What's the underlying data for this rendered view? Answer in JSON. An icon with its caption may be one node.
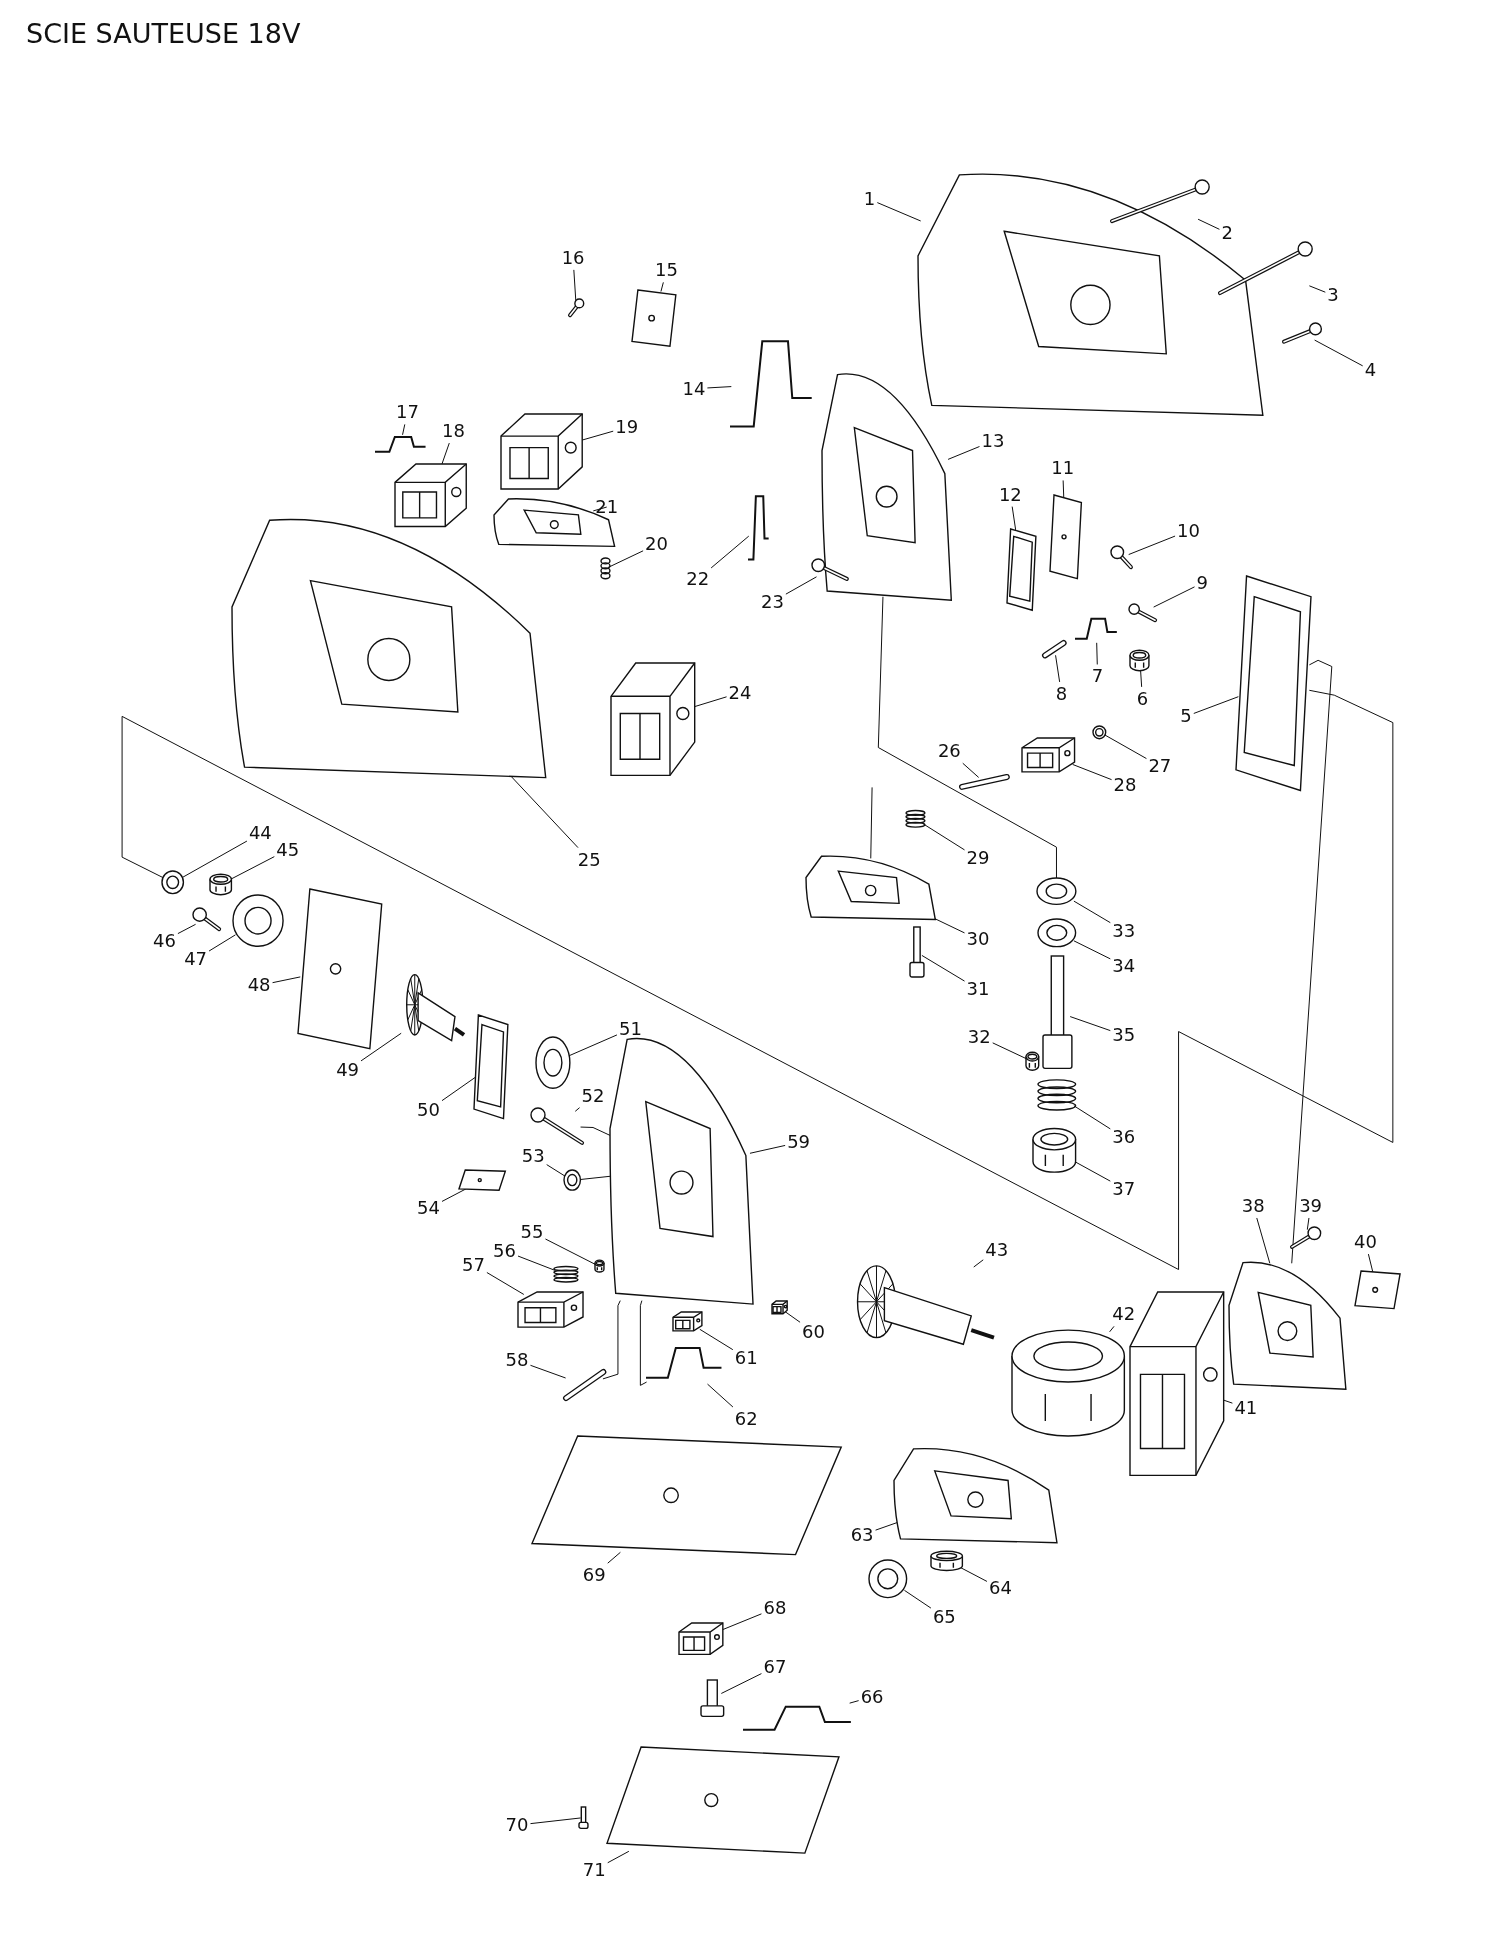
{
  "diagram": {
    "title": "SCIE SAUTEUSE 18V",
    "nodes": [
      {
        "text": [
          "1"
        ]
      },
      {
        "text": [
          "2"
        ]
      },
      {
        "text": [
          "3"
        ]
      },
      {
        "text": [
          "4"
        ]
      },
      {
        "text": [
          "5"
        ]
      },
      {
        "text": [
          "6"
        ]
      },
      {
        "text": [
          "7"
        ]
      },
      {
        "text": [
          "8"
        ]
      },
      {
        "text": [
          "9"
        ]
      },
      {
        "text": [
          "10"
        ]
      },
      {
        "text": [
          "11"
        ]
      },
      {
        "text": [
          "12"
        ]
      },
      {
        "text": [
          "13"
        ]
      },
      {
        "text": [
          "14"
        ]
      },
      {
        "text": [
          "15"
        ]
      },
      {
        "text": [
          "16"
        ]
      },
      {
        "text": [
          "17"
        ]
      },
      {
        "text": [
          "18"
        ]
      },
      {
        "text": [
          "19"
        ]
      },
      {
        "text": [
          "20"
        ]
      },
      {
        "text": [
          "21"
        ]
      },
      {
        "text": [
          "22"
        ]
      },
      {
        "text": [
          "23"
        ]
      },
      {
        "text": [
          "24"
        ]
      },
      {
        "text": [
          "25"
        ]
      },
      {
        "text": [
          "26"
        ]
      },
      {
        "text": [
          "27"
        ]
      },
      {
        "text": [
          "28"
        ]
      },
      {
        "text": [
          "29"
        ]
      },
      {
        "text": [
          "30"
        ]
      },
      {
        "text": [
          "31"
        ]
      },
      {
        "text": [
          "32"
        ]
      },
      {
        "text": [
          "33"
        ]
      },
      {
        "text": [
          "34"
        ]
      },
      {
        "text": [
          "35"
        ]
      },
      {
        "text": [
          "36"
        ]
      },
      {
        "text": [
          "37"
        ]
      },
      {
        "text": [
          "38"
        ]
      },
      {
        "text": [
          "39"
        ]
      },
      {
        "text": [
          "40"
        ]
      },
      {
        "text": [
          "41"
        ]
      },
      {
        "text": [
          "42"
        ]
      },
      {
        "text": [
          "43"
        ]
      },
      {
        "text": [
          "44"
        ]
      },
      {
        "text": [
          "45"
        ]
      },
      {
        "text": [
          "46"
        ]
      },
      {
        "text": [
          "47"
        ]
      },
      {
        "text": [
          "48"
        ]
      },
      {
        "text": [
          "49"
        ]
      },
      {
        "text": [
          "50"
        ]
      },
      {
        "text": [
          "51"
        ]
      },
      {
        "text": [
          "52"
        ]
      },
      {
        "text": [
          "53"
        ]
      },
      {
        "text": [
          "54"
        ]
      },
      {
        "text": [
          "55"
        ]
      },
      {
        "text": [
          "56"
        ]
      },
      {
        "text": [
          "57"
        ]
      },
      {
        "text": [
          "58"
        ]
      },
      {
        "text": [
          "59"
        ]
      },
      {
        "text": [
          "60"
        ]
      },
      {
        "text": [
          "61"
        ]
      },
      {
        "text": [
          "62"
        ]
      },
      {
        "text": [
          "63"
        ]
      },
      {
        "text": [
          "64"
        ]
      },
      {
        "text": [
          "65"
        ]
      },
      {
        "text": [
          "66"
        ]
      },
      {
        "text": [
          "67"
        ]
      },
      {
        "text": [
          "68"
        ]
      },
      {
        "text": [
          "69"
        ]
      },
      {
        "text": [
          "70"
        ]
      },
      {
        "text": [
          "71"
        ]
      },
      {
        "text": [],
        "shape": "picture"
      },
      {
        "text": [],
        "shape": "picture"
      },
      {
        "text": [],
        "shape": "picture"
      },
      {
        "text": [],
        "shape": "picture"
      },
      {
        "text": [],
        "shape": "picture"
      },
      {
        "text": [],
        "shape": "picture"
      },
      {
        "text": [],
        "shape": "picture"
      },
      {
        "text": [],
        "shape": "picture"
      },
      {
        "text": [],
        "shape": "picture"
      },
      {
        "text": [],
        "shape": "picture"
      },
      {
        "text": [],
        "shape": "picture"
      },
      {
        "text": [],
        "shape": "picture"
      },
      {
        "text": [],
        "shape": "picture"
      },
      {
        "text": [],
        "shape": "picture"
      },
      {
        "text": [],
        "shape": "picture"
      },
      {
        "text": [],
        "shape": "picture"
      },
      {
        "text": [],
        "shape": "picture"
      },
      {
        "text": [],
        "shape": "picture"
      },
      {
        "text": [],
        "shape": "picture"
      },
      {
        "text": [],
        "shape": "picture"
      },
      {
        "text": [],
        "shape": "picture"
      },
      {
        "text": [],
        "shape": "picture"
      },
      {
        "text": [],
        "shape": "picture"
      },
      {
        "text": [],
        "shape": "picture"
      },
      {
        "text": [],
        "shape": "picture"
      },
      {
        "text": [],
        "shape": "picture"
      },
      {
        "text": [],
        "shape": "picture"
      },
      {
        "text": [],
        "shape": "picture"
      },
      {
        "text": [],
        "shape": "picture"
      },
      {
        "text": [],
        "shape": "picture"
      },
      {
        "text": [],
        "shape": "picture"
      },
      {
        "text": [],
        "shape": "picture"
      },
      {
        "text": [],
        "shape": "picture"
      },
      {
        "text": [],
        "shape": "picture"
      },
      {
        "text": [],
        "shape": "picture"
      },
      {
        "text": [],
        "shape": "picture"
      },
      {
        "text": [],
        "shape": "picture"
      },
      {
        "text": [],
        "shape": "picture"
      },
      {
        "text": [],
        "shape": "picture"
      },
      {
        "text": [],
        "shape": "picture"
      },
      {
        "text": [],
        "shape": "picture"
      },
      {
        "text": [],
        "shape": "picture"
      },
      {
        "text": [],
        "shape": "picture"
      },
      {
        "text": [],
        "shape": "picture"
      },
      {
        "text": [],
        "shape": "picture"
      },
      {
        "text": [],
        "shape": "picture"
      },
      {
        "text": [],
        "shape": "picture"
      },
      {
        "text": [],
        "shape": "picture"
      },
      {
        "text": [],
        "shape": "picture"
      },
      {
        "text": [],
        "shape": "picture"
      },
      {
        "text": [],
        "shape": "picture"
      },
      {
        "text": [],
        "shape": "picture"
      },
      {
        "text": [],
        "shape": "picture"
      },
      {
        "text": [],
        "shape": "picture"
      },
      {
        "text": [],
        "shape": "picture"
      },
      {
        "text": [],
        "shape": "picture"
      },
      {
        "text": [],
        "shape": "picture"
      },
      {
        "text": [],
        "shape": "picture"
      },
      {
        "text": [],
        "shape": "picture"
      },
      {
        "text": [],
        "shape": "picture"
      },
      {
        "text": [],
        "shape": "picture"
      },
      {
        "text": [],
        "shape": "picture"
      },
      {
        "text": [],
        "shape": "picture"
      },
      {
        "text": [],
        "shape": "picture"
      },
      {
        "text": [],
        "shape": "picture"
      },
      {
        "text": [],
        "shape": "picture"
      },
      {
        "text": [],
        "shape": "picture"
      },
      {
        "text": [],
        "shape": "picture"
      },
      {
        "text": [],
        "shape": "picture"
      },
      {
        "text": [],
        "shape": "picture"
      },
      {
        "text": [],
        "shape": "picture"
      }
    ],
    "edges": [
      {
        "from": 0,
        "to": 71,
        "arrow": "none"
      },
      {
        "from": 1,
        "to": 72,
        "arrow": "none"
      },
      {
        "from": 2,
        "to": 73,
        "arrow": "none"
      },
      {
        "from": 3,
        "to": 74,
        "arrow": "none"
      },
      {
        "from": 4,
        "to": 75,
        "arrow": "none"
      },
      {
        "from": 5,
        "to": 76,
        "arrow": "none"
      },
      {
        "from": 6,
        "to": 77,
        "arrow": "none"
      },
      {
        "from": 7,
        "to": 78,
        "arrow": "none"
      },
      {
        "from": 8,
        "to": 79,
        "arrow": "none"
      },
      {
        "from": 9,
        "to": 80,
        "arrow": "none"
      },
      {
        "from": 10,
        "to": 81,
        "arrow": "none"
      },
      {
        "from": 11,
        "to": 82,
        "arrow": "none"
      },
      {
        "from": 12,
        "to": 83,
        "arrow": "none"
      },
      {
        "from": 13,
        "to": 84,
        "arrow": "none"
      },
      {
        "from": 14,
        "to": 85,
        "arrow": "none"
      },
      {
        "from": 15,
        "to": 86,
        "arrow": "none"
      },
      {
        "from": 16,
        "to": 87,
        "arrow": "none"
      },
      {
        "from": 17,
        "to": 88,
        "arrow": "none"
      },
      {
        "from": 18,
        "to": 89,
        "arrow": "none"
      },
      {
        "from": 19,
        "to": 90,
        "arrow": "none"
      },
      {
        "from": 20,
        "to": 91,
        "arrow": "none"
      },
      {
        "from": 21,
        "to": 92,
        "arrow": "none"
      },
      {
        "from": 22,
        "to": 93,
        "arrow": "none"
      },
      {
        "from": 23,
        "to": 94,
        "arrow": "none"
      },
      {
        "from": 24,
        "to": 95,
        "arrow": "none"
      },
      {
        "from": 25,
        "to": 96,
        "arrow": "none"
      },
      {
        "from": 26,
        "to": 97,
        "arrow": "none"
      },
      {
        "from": 27,
        "to": 98,
        "arrow": "none"
      },
      {
        "from": 28,
        "to": 99,
        "arrow": "none"
      },
      {
        "from": 29,
        "to": 100,
        "arrow": "none"
      },
      {
        "from": 30,
        "to": 101,
        "arrow": "none"
      },
      {
        "from": 31,
        "to": 102,
        "arrow": "none"
      },
      {
        "from": 32,
        "to": 103,
        "arrow": "none"
      },
      {
        "from": 33,
        "to": 104,
        "arrow": "none"
      },
      {
        "from": 34,
        "to": 105,
        "arrow": "none"
      },
      {
        "from": 35,
        "to": 106,
        "arrow": "none"
      },
      {
        "from": 36,
        "to": 107,
        "arrow": "none"
      },
      {
        "from": 37,
        "to": 108,
        "arrow": "none"
      },
      {
        "from": 38,
        "to": 109,
        "arrow": "none"
      },
      {
        "from": 39,
        "to": 110,
        "arrow": "none"
      },
      {
        "from": 40,
        "to": 111,
        "arrow": "none"
      },
      {
        "from": 41,
        "to": 112,
        "arrow": "none"
      },
      {
        "from": 42,
        "to": 113,
        "arrow": "none"
      },
      {
        "from": 43,
        "to": 114,
        "arrow": "none"
      },
      {
        "from": 44,
        "to": 115,
        "arrow": "none"
      },
      {
        "from": 45,
        "to": 116,
        "arrow": "none"
      },
      {
        "from": 46,
        "to": 117,
        "arrow": "none"
      },
      {
        "from": 47,
        "to": 118,
        "arrow": "none"
      },
      {
        "from": 48,
        "to": 119,
        "arrow": "none"
      },
      {
        "from": 49,
        "to": 120,
        "arrow": "none"
      },
      {
        "from": 50,
        "to": 121,
        "arrow": "none"
      },
      {
        "from": 51,
        "to": 122,
        "arrow": "none"
      },
      {
        "from": 52,
        "to": 123,
        "arrow": "none"
      },
      {
        "from": 53,
        "to": 124,
        "arrow": "none"
      },
      {
        "from": 54,
        "to": 125,
        "arrow": "none"
      },
      {
        "from": 55,
        "to": 126,
        "arrow": "none"
      },
      {
        "from": 56,
        "to": 127,
        "arrow": "none"
      },
      {
        "from": 57,
        "to": 128,
        "arrow": "none"
      },
      {
        "from": 58,
        "to": 129,
        "arrow": "none"
      },
      {
        "from": 59,
        "to": 130,
        "arrow": "none"
      },
      {
        "from": 60,
        "to": 131,
        "arrow": "none"
      },
      {
        "from": 61,
        "to": 132,
        "arrow": "none"
      },
      {
        "from": 62,
        "to": 133,
        "arrow": "none"
      },
      {
        "from": 63,
        "to": 134,
        "arrow": "none"
      },
      {
        "from": 64,
        "to": 135,
        "arrow": "none"
      },
      {
        "from": 65,
        "to": 136,
        "arrow": "none"
      },
      {
        "from": 66,
        "to": 137,
        "arrow": "none"
      },
      {
        "from": 67,
        "to": 138,
        "arrow": "none"
      },
      {
        "from": 68,
        "to": 139,
        "arrow": "none"
      },
      {
        "from": 69,
        "to": 140,
        "arrow": "none"
      },
      {
        "from": 70,
        "to": 141,
        "arrow": "none"
      },
      {
        "from": 75,
        "to": 108,
        "arrow": "none"
      },
      {
        "from": 75,
        "to": 114,
        "arrow": "none"
      },
      {
        "from": 83,
        "to": 103,
        "arrow": "none"
      },
      {
        "from": null,
        "to": 100,
        "arrow": "none"
      },
      {
        "from": 122,
        "to": 129,
        "arrow": "none"
      },
      {
        "from": 123,
        "to": 129,
        "arrow": "none"
      },
      {
        "from": 129,
        "to": 128,
        "arrow": "none"
      },
      {
        "from": 129,
        "to": 132,
        "arrow": "none"
      }
    ]
  }
}
